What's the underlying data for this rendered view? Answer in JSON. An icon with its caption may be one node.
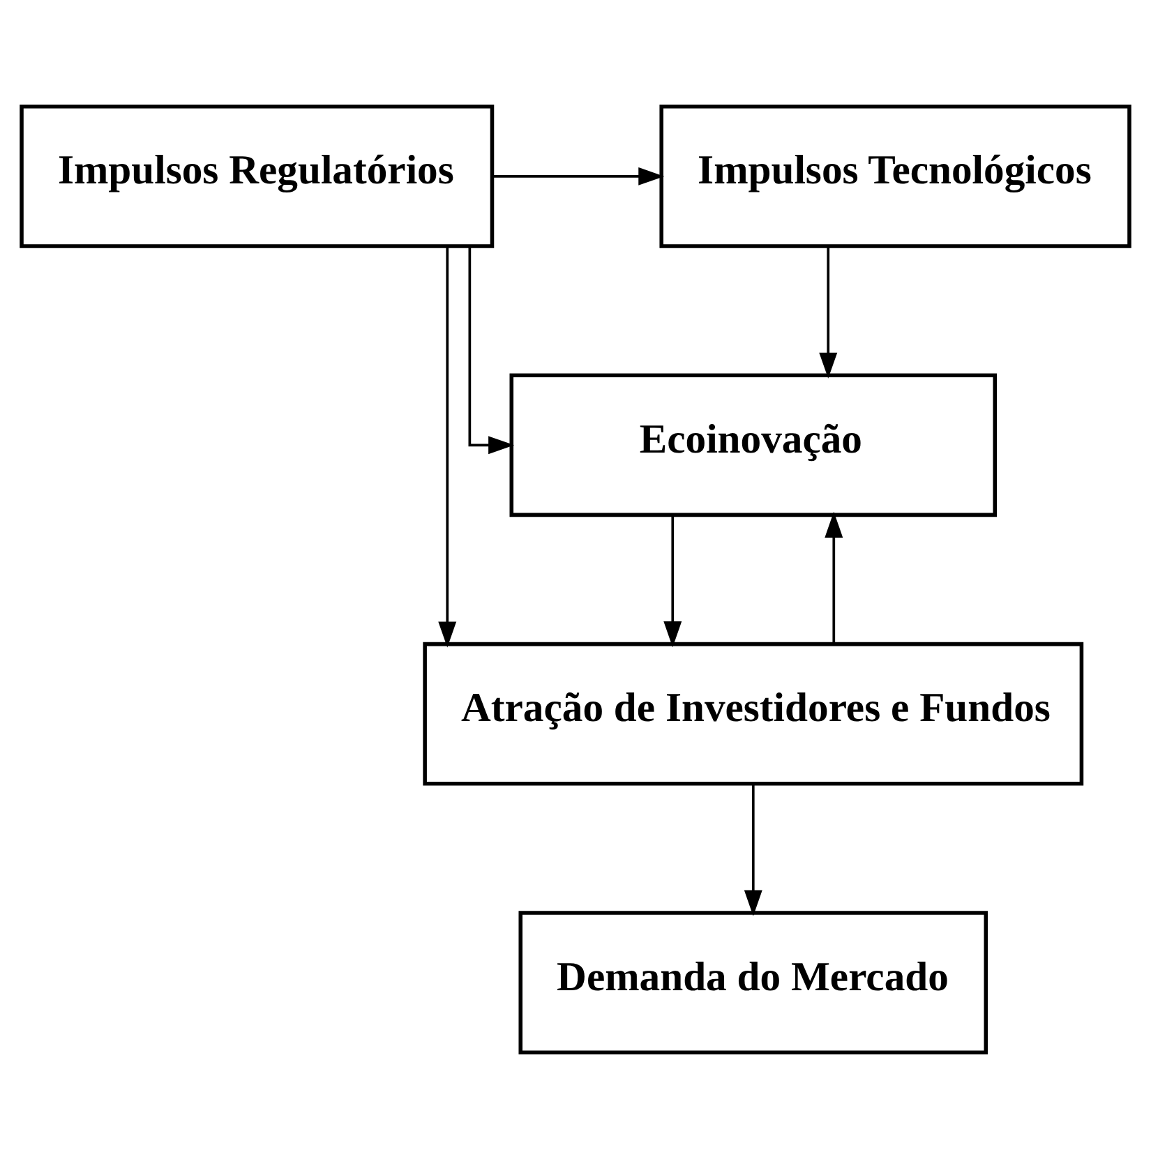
{
  "diagram": {
    "nodes": [
      {
        "text": [
          "Impulsos Tecnológicos"
        ]
      },
      {
        "text": [
          "Impulsos Regulatórios"
        ]
      },
      {
        "text": [
          "Ecoinovação"
        ]
      },
      {
        "text": [
          "Atração de Investidores e Fundos"
        ]
      },
      {
        "text": [
          "Demanda do Mercado"
        ]
      }
    ],
    "edges": [
      {
        "from": 1,
        "to": 0,
        "arrow": "to"
      },
      {
        "from": 0,
        "to": 2,
        "arrow": "to"
      },
      {
        "from": 1,
        "to": 2,
        "arrow": "to"
      },
      {
        "from": 2,
        "to": 3,
        "arrow": "to"
      },
      {
        "from": 3,
        "to": 2,
        "arrow": "to"
      },
      {
        "from": 1,
        "to": 3,
        "arrow": "to"
      },
      {
        "from": 3,
        "to": 4,
        "arrow": "to"
      }
    ]
  }
}
